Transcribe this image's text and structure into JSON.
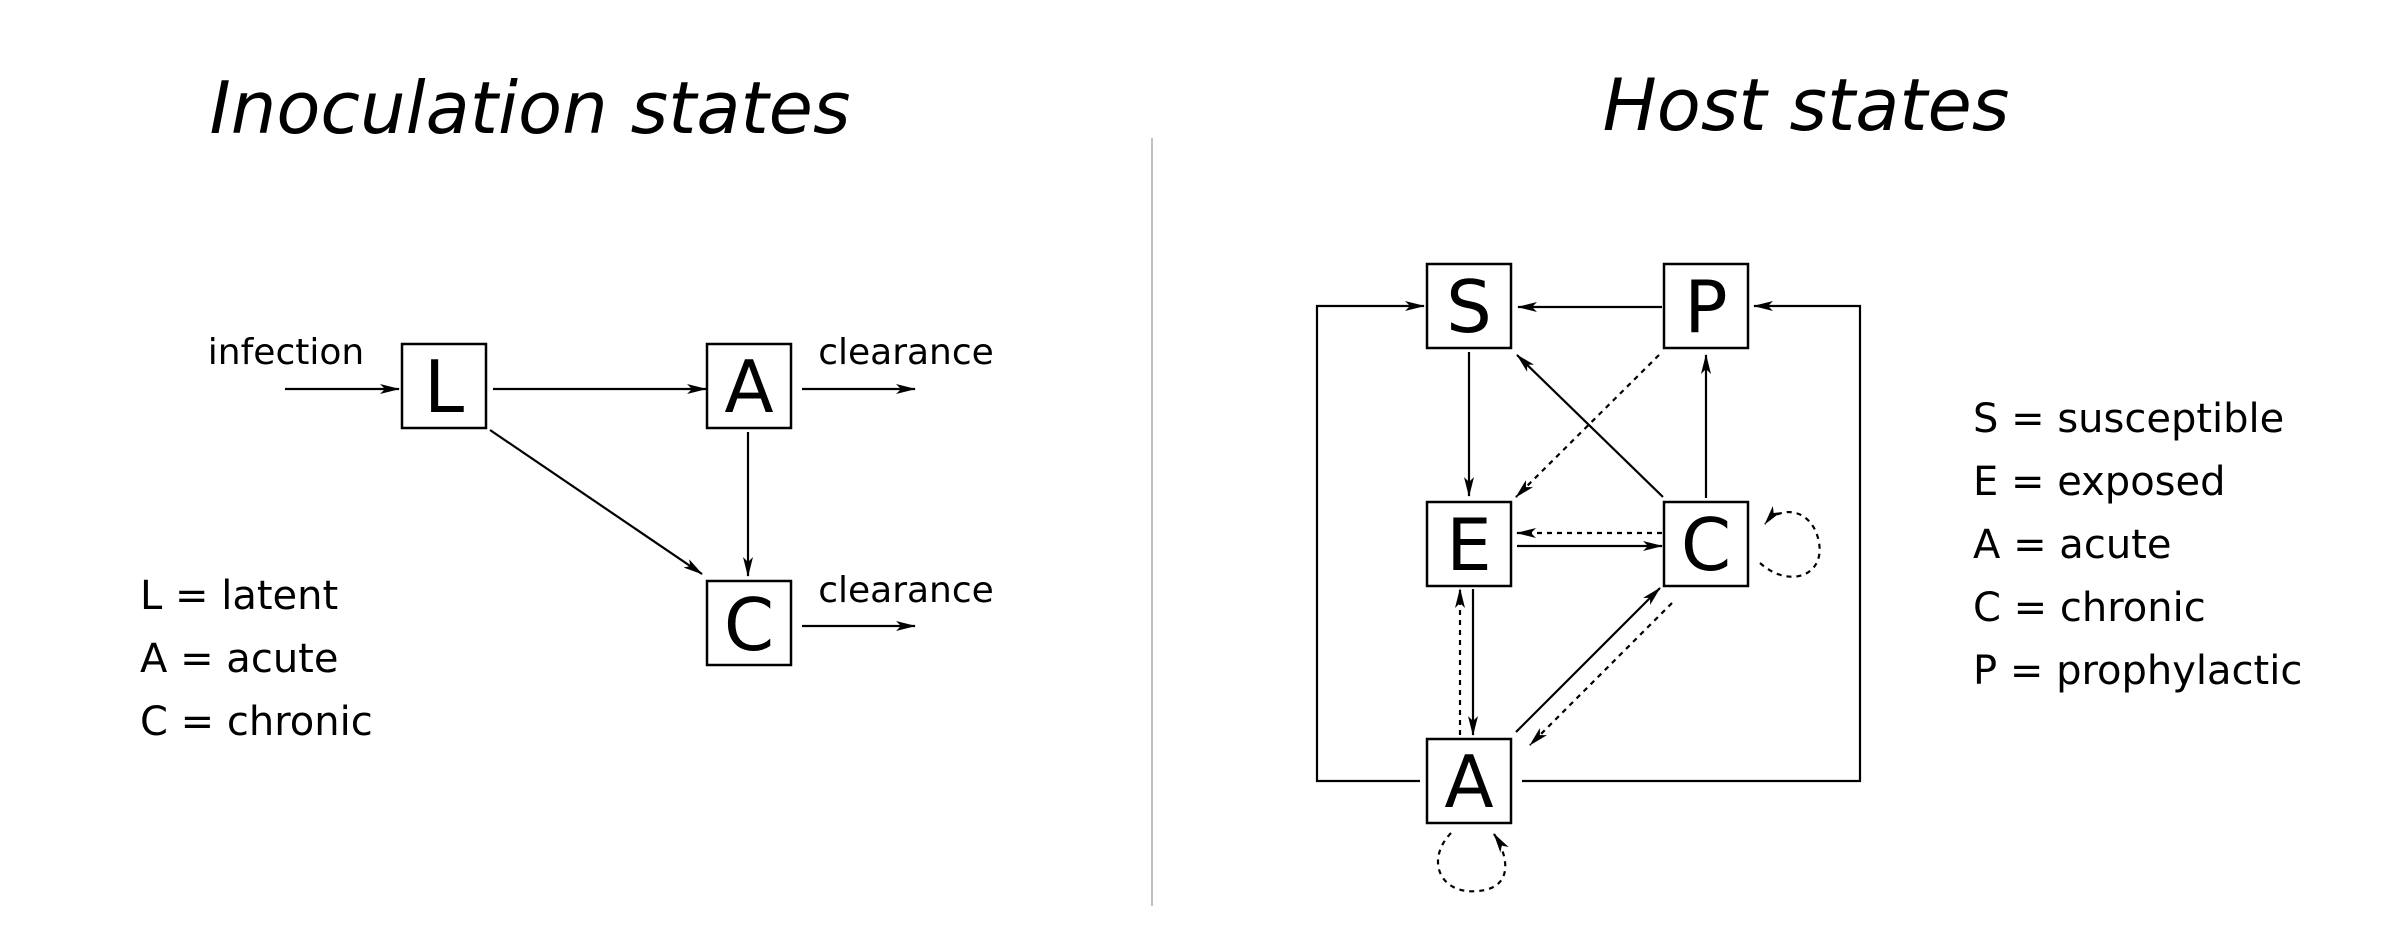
{
  "left_panel": {
    "title": "Inoculation states",
    "nodes": {
      "L": "L",
      "A": "A",
      "C": "C"
    },
    "edge_labels": {
      "infection": "infection",
      "clearance_a": "clearance",
      "clearance_c": "clearance"
    },
    "legend": [
      "L = latent",
      "A = acute",
      "C = chronic"
    ]
  },
  "right_panel": {
    "title": "Host states",
    "nodes": {
      "S": "S",
      "P": "P",
      "E": "E",
      "C": "C",
      "A": "A"
    },
    "legend": [
      "S = susceptible",
      "E = exposed",
      "A = acute",
      "C = chronic",
      "P = prophylactic"
    ]
  },
  "colors": {
    "line": "#000000",
    "divider": "#c0c0c0",
    "background": "#ffffff"
  }
}
